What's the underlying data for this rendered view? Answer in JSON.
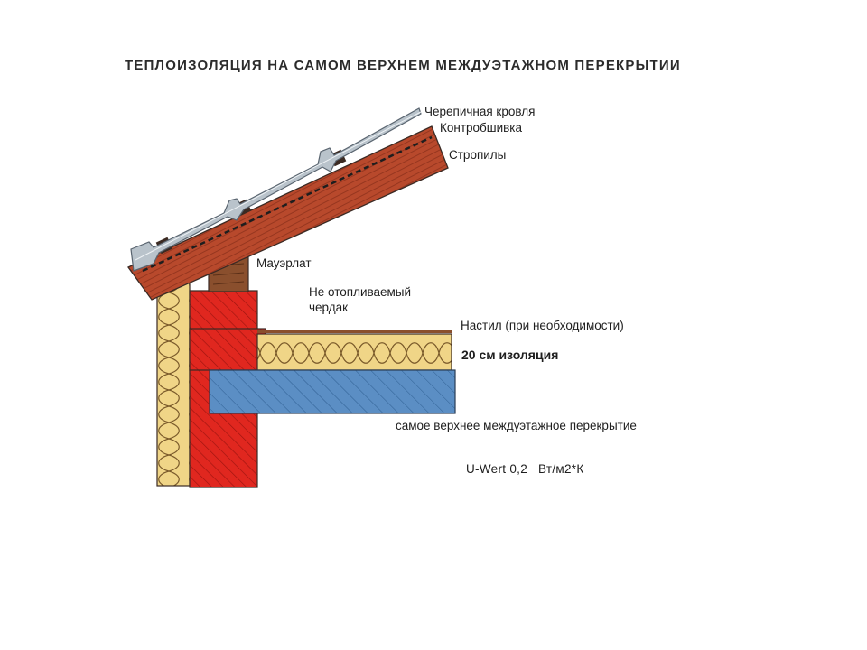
{
  "title": "ТЕПЛОИЗОЛЯЦИЯ НА САМОМ ВЕРХНЕМ МЕЖДУЭТАЖНОМ ПЕРЕКРЫТИИ",
  "labels": {
    "roof_tiles": "Черепичная кровля",
    "counter_batten": "Контробшивка",
    "rafters": "Стропилы",
    "wall_plate": "Мауэрлат",
    "unheated_attic_line1": "Не отопливаемый",
    "unheated_attic_line2": "чердак",
    "decking": "Настил (при необходимости)",
    "insulation": "20 см изоляция",
    "top_floor_slab": "самое верхнее междуэтажное перекрытие",
    "u_value": "U-Wert 0,2",
    "u_value_unit": "Вт/м2*К"
  },
  "colors": {
    "rafter": "#b8492c",
    "wall": "#e0271f",
    "insulation": "#f0d587",
    "slab": "#5b8ec4",
    "tile": "#b9c3cb",
    "wall_plate": "#8a4f2d",
    "outline": "#3a2a24"
  }
}
